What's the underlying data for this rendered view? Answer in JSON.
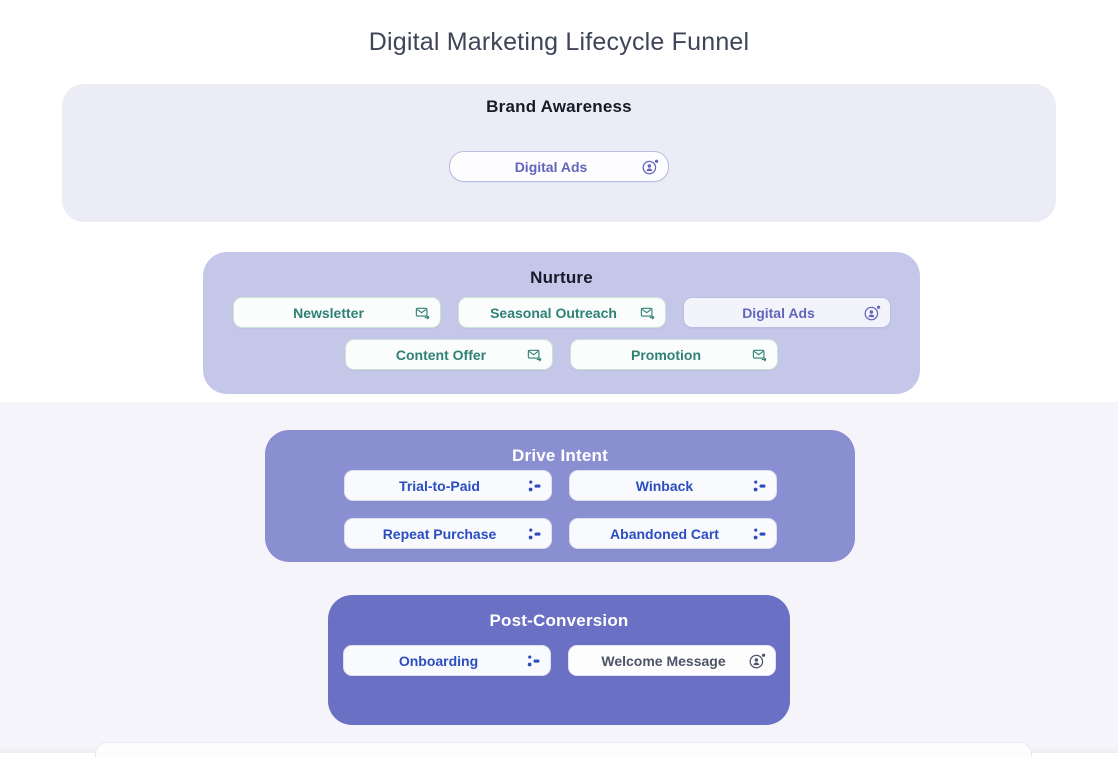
{
  "title": "Digital Marketing Lifecycle Funnel",
  "colors": {
    "band_background": "#f4f4fa",
    "email_accent": "#2e8174",
    "ads_accent": "#6165bc",
    "workflow_accent": "#2c4dc0",
    "slate_accent": "#4d5468",
    "tier_backgrounds": [
      "#ebecf6",
      "#c5c7e9",
      "#8a8fd2",
      "#6a71c5"
    ]
  },
  "tiers": [
    {
      "name": "Brand Awareness",
      "heading_style": "dark",
      "rows": [
        [
          {
            "label": "Digital Ads",
            "icon": "ad-audience-icon",
            "variant": "purple"
          }
        ]
      ]
    },
    {
      "name": "Nurture",
      "heading_style": "dark",
      "rows": [
        [
          {
            "label": "Newsletter",
            "icon": "send-email-icon",
            "variant": "teal"
          },
          {
            "label": "Seasonal Outreach",
            "icon": "send-email-icon",
            "variant": "teal"
          },
          {
            "label": "Digital Ads",
            "icon": "ad-audience-icon",
            "variant": "purple-tinted"
          }
        ],
        [
          {
            "label": "Content Offer",
            "icon": "send-email-icon",
            "variant": "teal"
          },
          {
            "label": "Promotion",
            "icon": "send-email-icon",
            "variant": "teal"
          }
        ]
      ]
    },
    {
      "name": "Drive Intent",
      "heading_style": "light",
      "rows": [
        [
          {
            "label": "Trial-to-Paid",
            "icon": "workflow-icon",
            "variant": "blue"
          },
          {
            "label": "Winback",
            "icon": "workflow-icon",
            "variant": "blue"
          }
        ],
        [
          {
            "label": "Repeat Purchase",
            "icon": "workflow-icon",
            "variant": "blue"
          },
          {
            "label": "Abandoned Cart",
            "icon": "workflow-icon",
            "variant": "blue"
          }
        ]
      ]
    },
    {
      "name": "Post-Conversion",
      "heading_style": "light",
      "rows": [
        [
          {
            "label": "Onboarding",
            "icon": "workflow-icon",
            "variant": "blue"
          },
          {
            "label": "Welcome Message",
            "icon": "ad-audience-icon",
            "variant": "slate"
          }
        ]
      ]
    }
  ]
}
